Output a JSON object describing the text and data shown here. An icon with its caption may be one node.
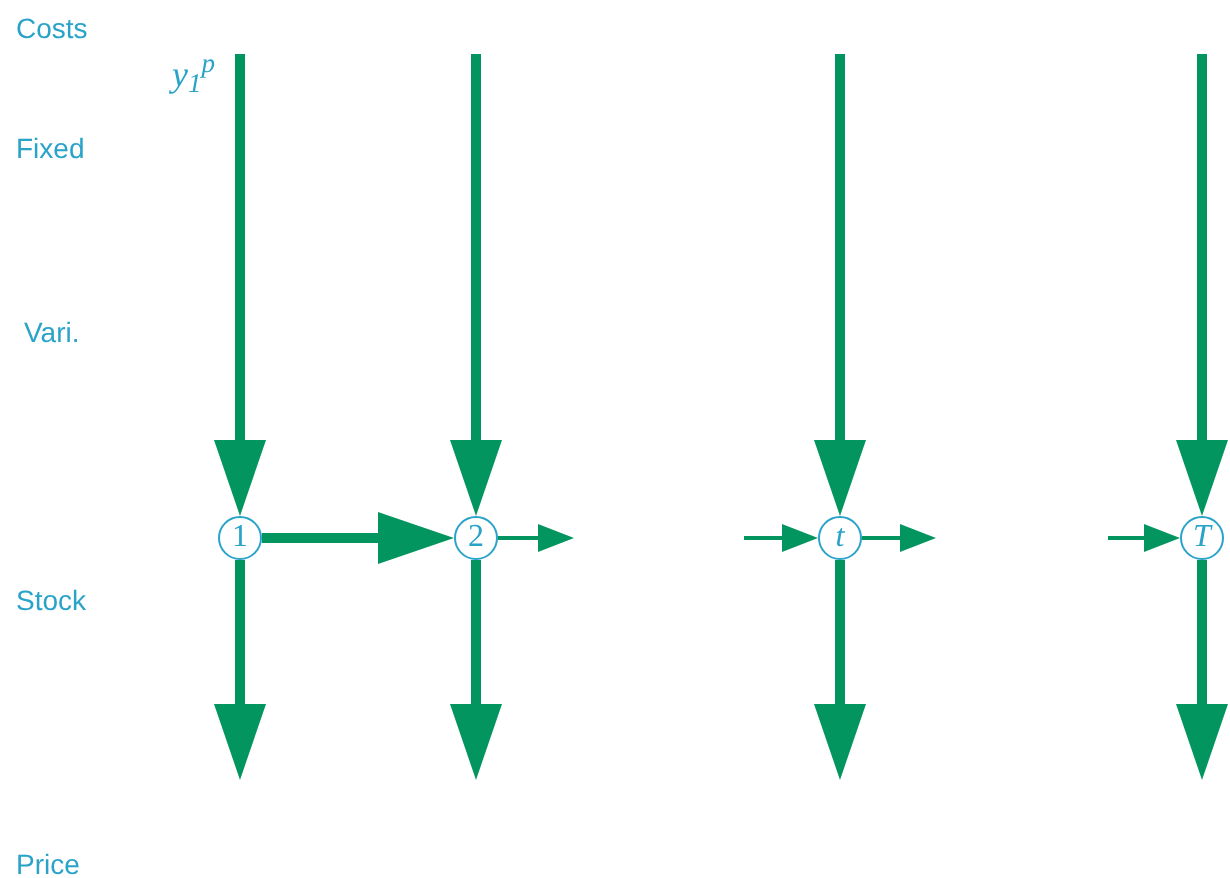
{
  "diagram": {
    "nodes": [
      {
        "text": [
          "1"
        ]
      },
      {
        "text": [
          "2"
        ]
      },
      {
        "text": [
          "*t*"
        ]
      },
      {
        "text": [
          "*T*"
        ]
      }
    ],
    "edges": [
      {
        "from": null,
        "to": 0,
        "arrow": "to"
      },
      {
        "from": null,
        "to": 1,
        "arrow": "to"
      },
      {
        "from": null,
        "to": 2,
        "arrow": "to"
      },
      {
        "from": null,
        "to": 3,
        "arrow": "to"
      },
      {
        "from": 0,
        "to": 1,
        "arrow": "to"
      },
      {
        "from": 1,
        "to": null,
        "arrow": "to"
      },
      {
        "from": null,
        "to": 2,
        "arrow": "to"
      },
      {
        "from": 2,
        "to": null,
        "arrow": "to"
      },
      {
        "from": null,
        "to": 3,
        "arrow": "to"
      },
      {
        "from": 0,
        "to": null,
        "arrow": "to"
      },
      {
        "from": 1,
        "to": null,
        "arrow": "to"
      },
      {
        "from": 2,
        "to": null,
        "arrow": "to"
      },
      {
        "from": 3,
        "to": null,
        "arrow": "to"
      }
    ],
    "labels": [
      "Costs",
      "y$_{1}$$^{p}$",
      "Fixed",
      "Vari.",
      "Stock",
      "Price"
    ]
  }
}
